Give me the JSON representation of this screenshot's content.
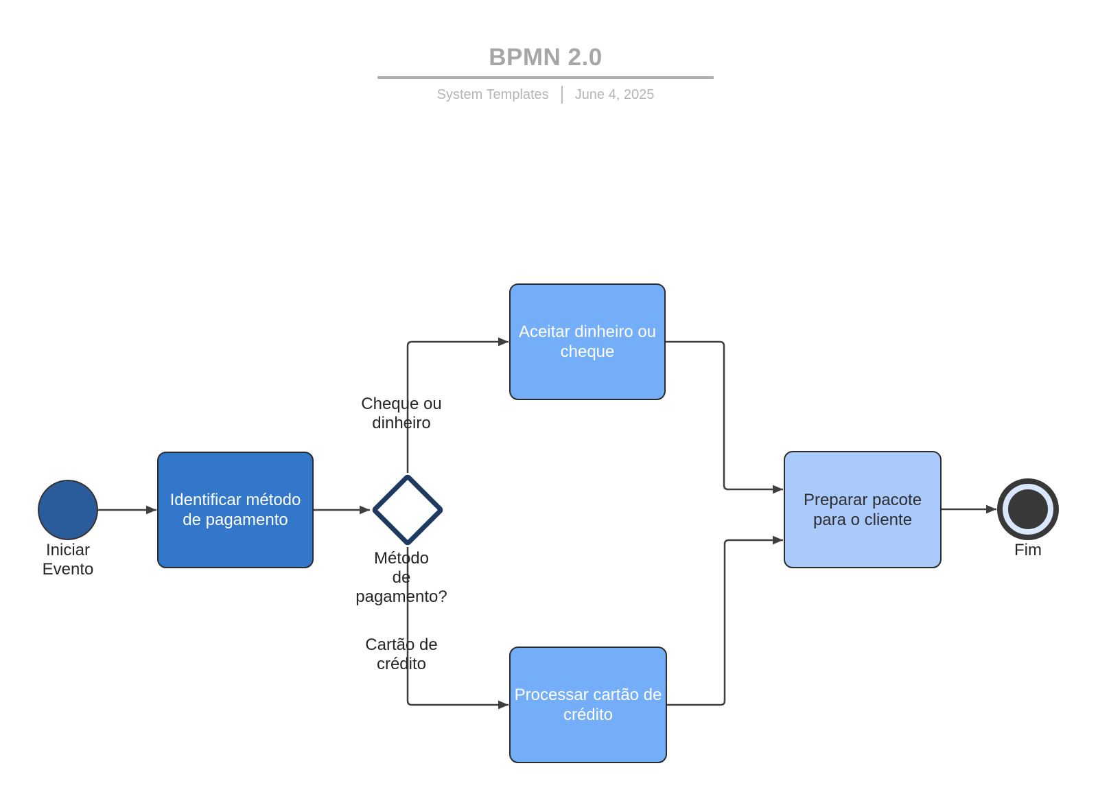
{
  "header": {
    "title": "BPMN 2.0",
    "subtitle_left": "System Templates",
    "subtitle_right": "June 4, 2025"
  },
  "diagram": {
    "start_event": {
      "label": "Iniciar\nEvento"
    },
    "tasks": {
      "identify": {
        "label": "Identificar método de pagamento"
      },
      "accept_cash": {
        "label": "Aceitar dinheiro ou cheque"
      },
      "process_card": {
        "label": "Processar cartão de crédito"
      },
      "prepare_package": {
        "label": "Preparar pacote para o cliente"
      }
    },
    "gateway": {
      "label": "Método\nde\npagamento?"
    },
    "branch_labels": {
      "cash": "Cheque ou\ndinheiro",
      "card": "Cartão de\ncrédito"
    },
    "end_event": {
      "label": "Fim"
    }
  },
  "colors": {
    "start_event_fill": "#2A5B9B",
    "task_primary_fill": "#3377CB",
    "task_secondary_fill": "#74ADF8",
    "task_tertiary_fill": "#A9CAFA",
    "gateway_border": "#1F3A61",
    "node_border": "#2B2B2B",
    "connector": "#3F3F3F",
    "end_event_ring": "#383838",
    "end_event_inner_ring": "#D9E8FC",
    "title_gray": "#A6A6A6",
    "divider_gray": "#B0B0B0",
    "subtitle_gray": "#B5B5B5",
    "label_text": "#262626",
    "task_text_light": "#FFFFFF",
    "task_text_dark": "#2E2E2E"
  }
}
